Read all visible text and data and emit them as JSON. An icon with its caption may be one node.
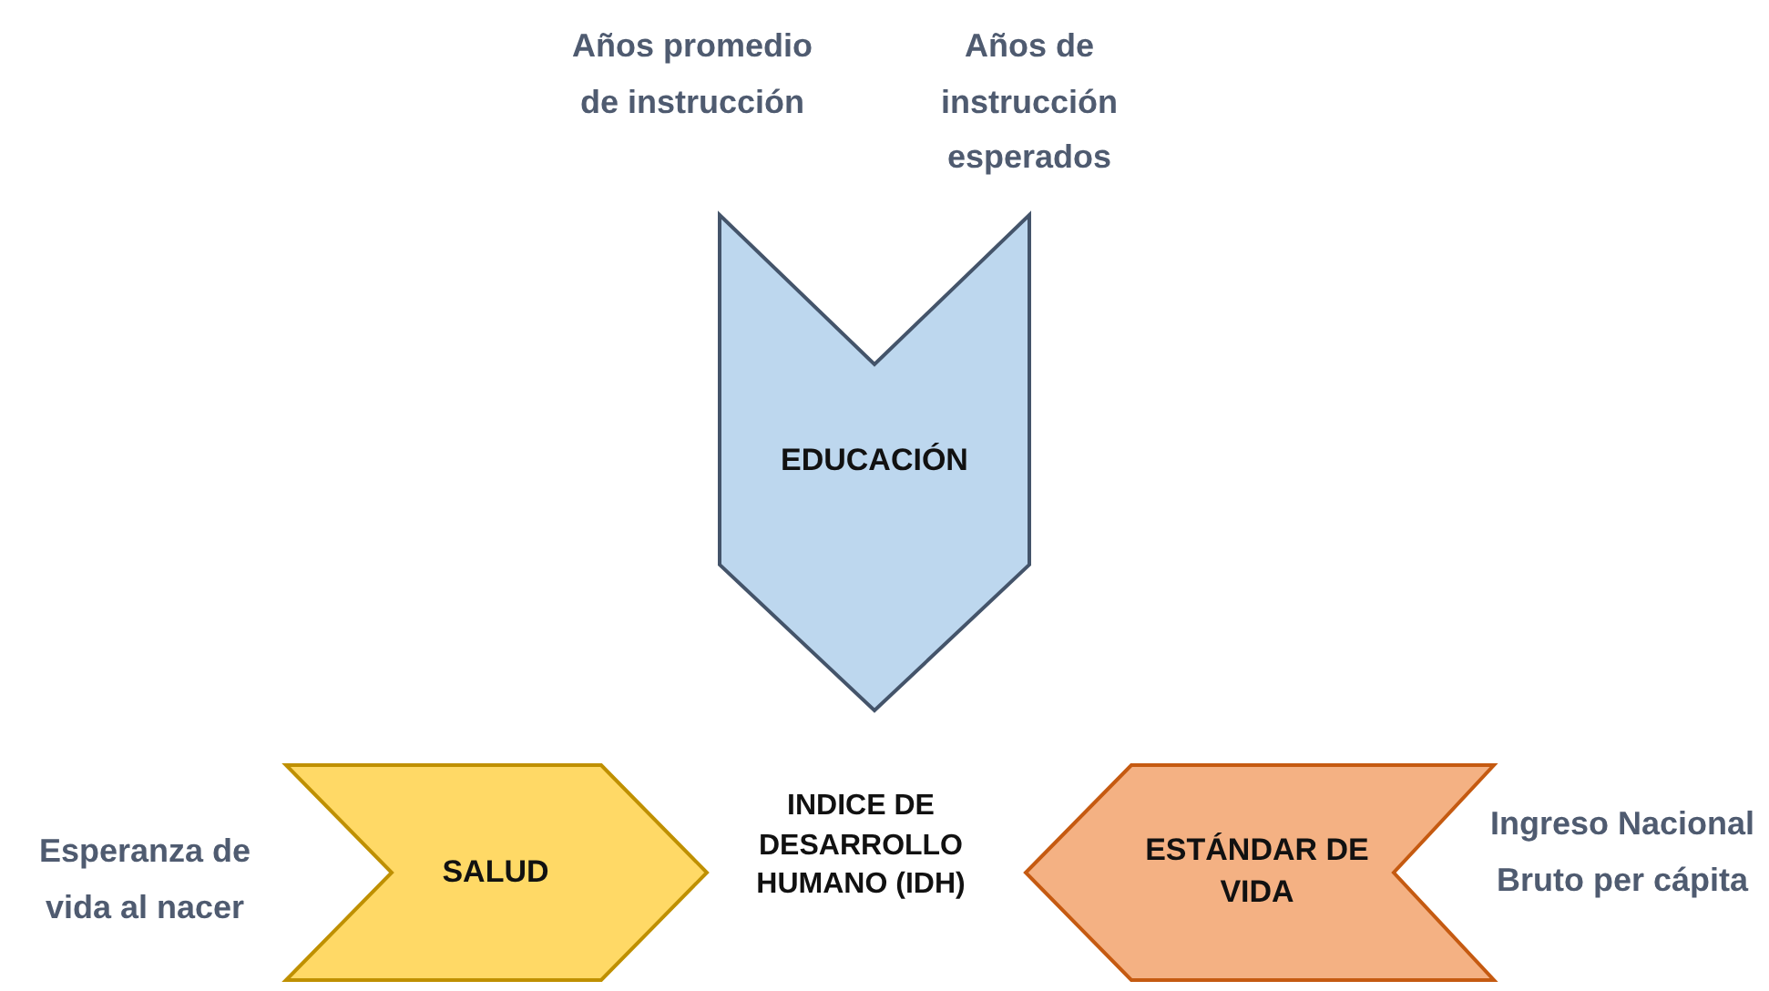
{
  "diagram": {
    "nodes": [
      {
        "text": [
          "EDUCACIÓN"
        ],
        "beside": [
          "Años promedio de instrucción",
          "Años de instrucción esperados"
        ]
      },
      {
        "text": [
          "SALUD"
        ],
        "beside": [
          "Esperanza de vida al nacer"
        ]
      },
      {
        "text": [
          "INDICE DE DESARROLLO HUMANO (IDH)"
        ]
      },
      {
        "text": [
          "ESTÁNDAR DE VIDA"
        ],
        "beside": [
          "Ingreso Nacional Bruto per cápita"
        ]
      }
    ]
  }
}
